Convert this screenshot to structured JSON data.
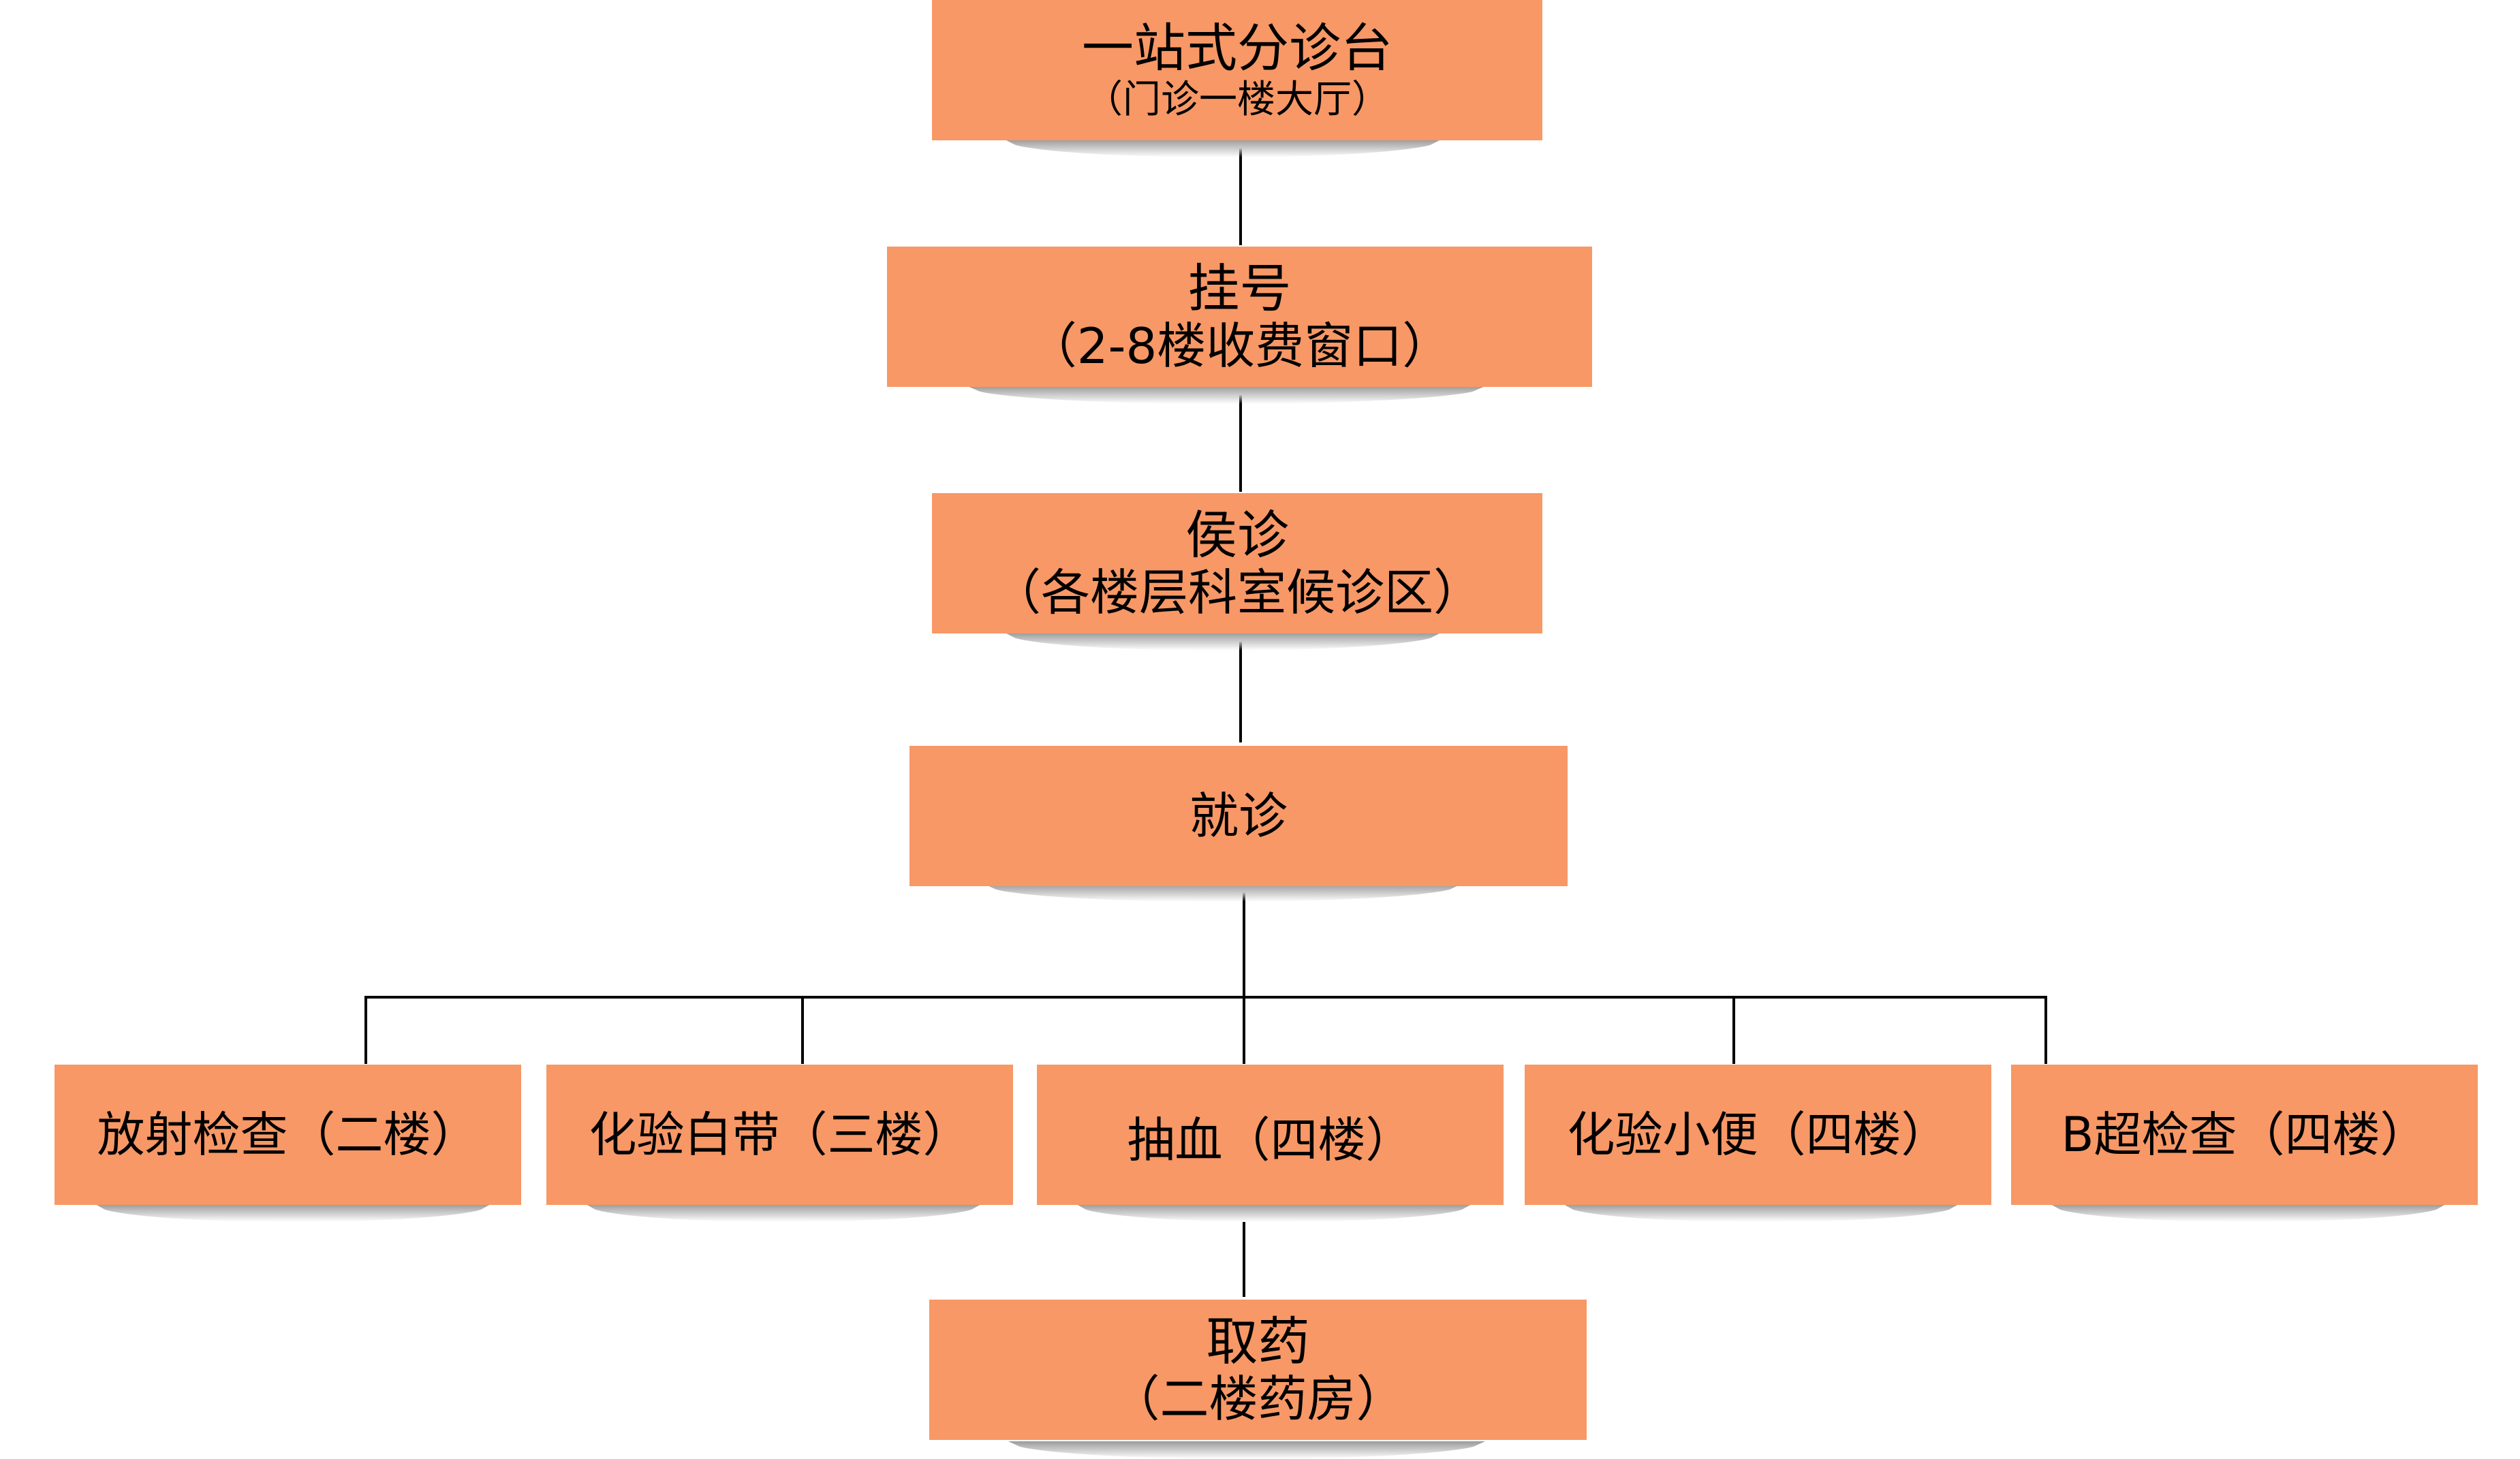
{
  "flow": {
    "triage": {
      "title": "一站式分诊台",
      "subtitle": "（门诊一楼大厅）"
    },
    "register": {
      "title": "挂号",
      "subtitle": "（2-8楼收费窗口）"
    },
    "waiting": {
      "title": "侯诊",
      "subtitle": "（各楼层科室候诊区）"
    },
    "consult": {
      "title": "就诊"
    },
    "exams": [
      {
        "title": "放射检查（二楼）"
      },
      {
        "title": "化验白带（三楼）"
      },
      {
        "title": "抽血（四楼）"
      },
      {
        "title": "化验小便（四楼）"
      },
      {
        "title": "B超检查（四楼）"
      }
    ],
    "pharmacy": {
      "title": "取药",
      "subtitle": "（二楼药房）"
    }
  },
  "colors": {
    "box_fill": "#f79866",
    "connector": "#000000",
    "text": "#000000"
  }
}
